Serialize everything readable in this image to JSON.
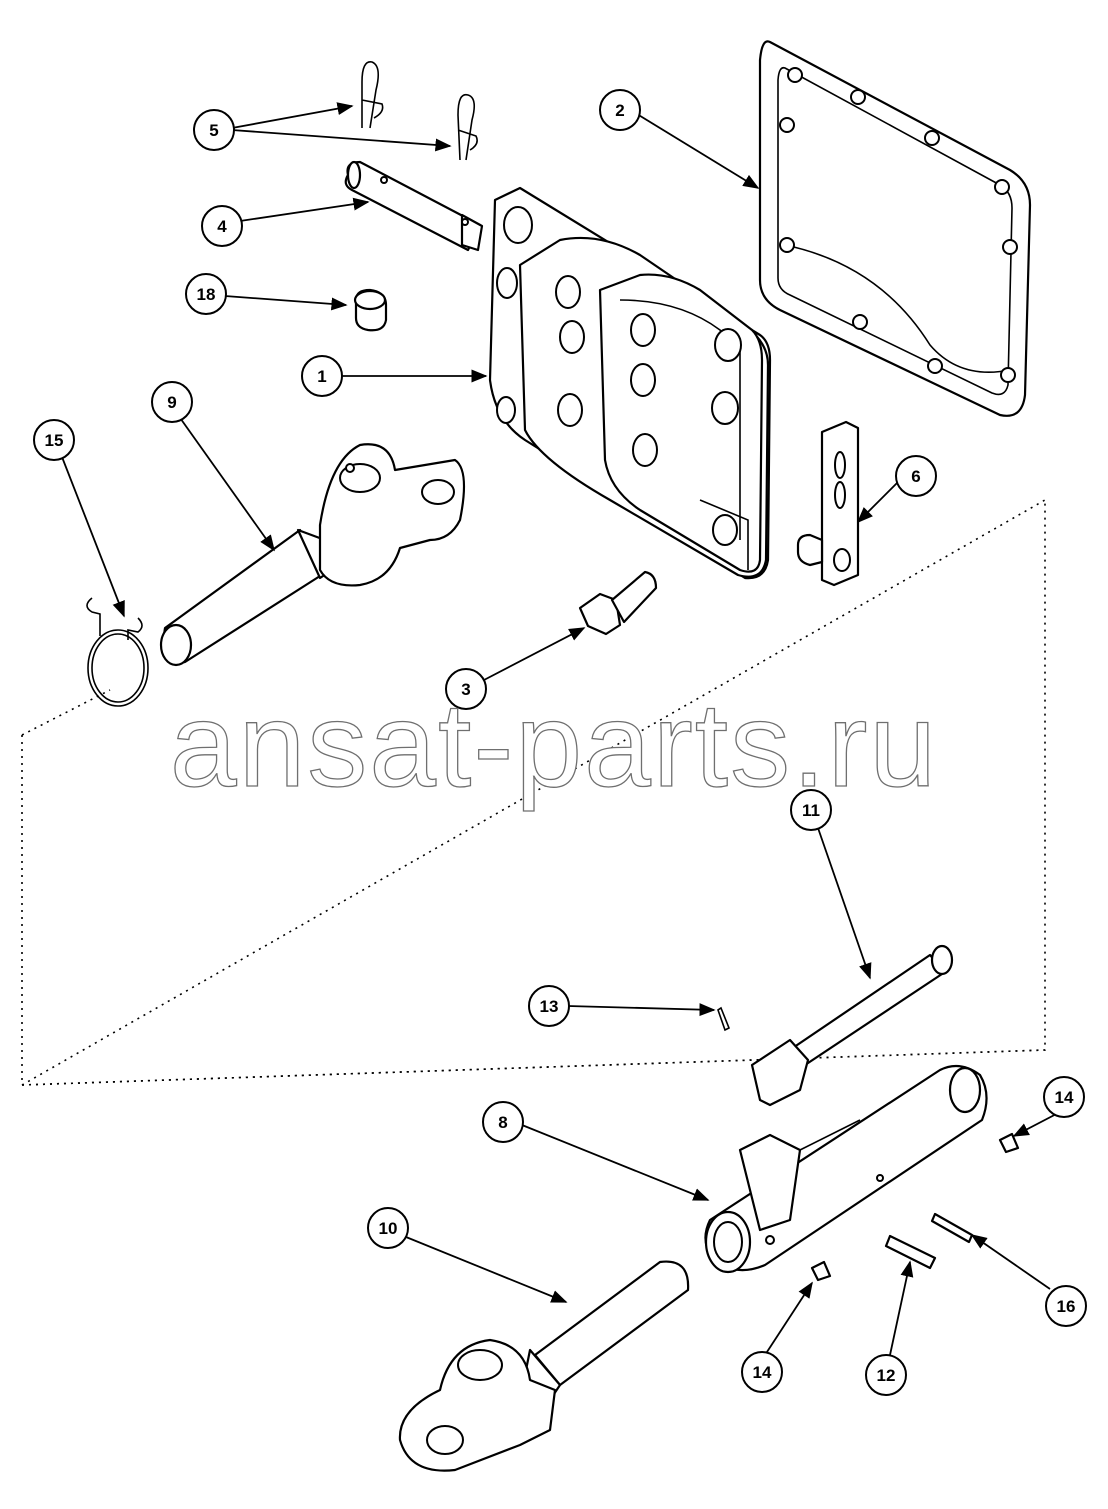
{
  "watermark": "ansat-parts.ru",
  "callouts": [
    {
      "label": "5"
    },
    {
      "label": "2"
    },
    {
      "label": "4"
    },
    {
      "label": "18"
    },
    {
      "label": "1"
    },
    {
      "label": "9"
    },
    {
      "label": "15"
    },
    {
      "label": "6"
    },
    {
      "label": "3"
    },
    {
      "label": "11"
    },
    {
      "label": "13"
    },
    {
      "label": "8"
    },
    {
      "label": "14"
    },
    {
      "label": "10"
    },
    {
      "label": "16"
    },
    {
      "label": "14"
    },
    {
      "label": "12"
    }
  ]
}
